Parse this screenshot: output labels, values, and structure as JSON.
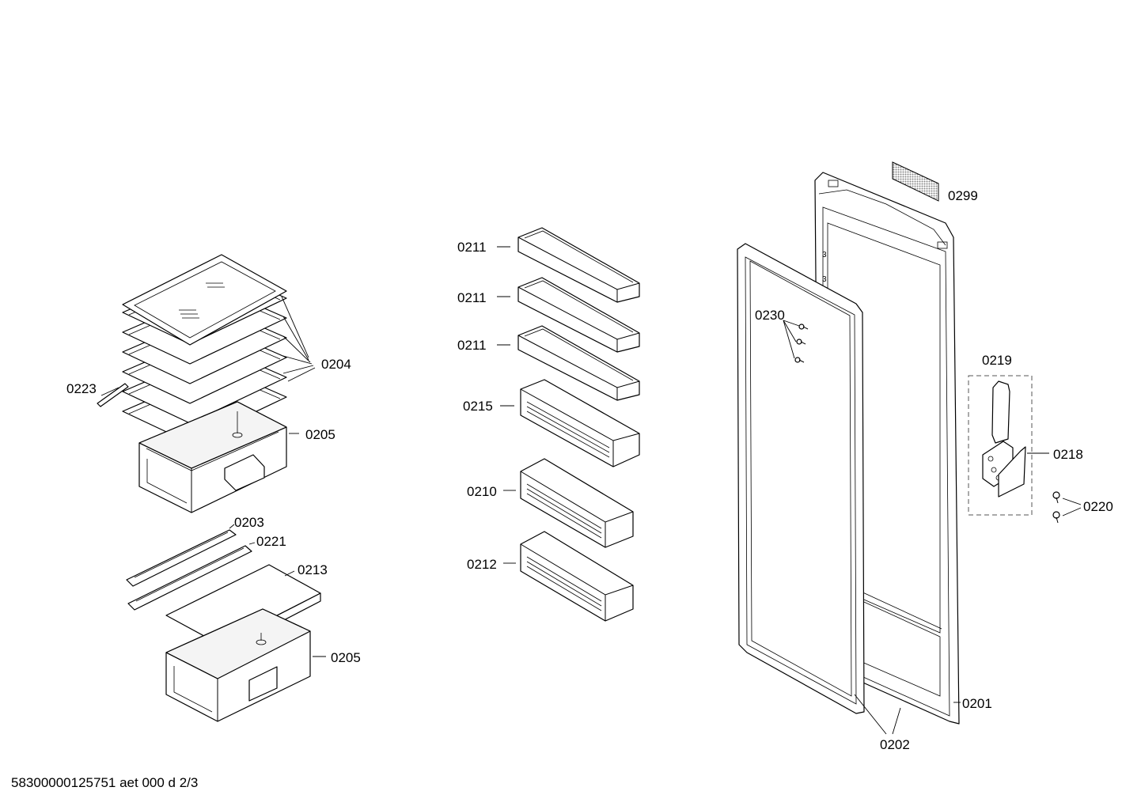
{
  "document_id": "58300000125751 aet 000 d 2/3",
  "callouts": {
    "c0204": "0204",
    "c0223": "0223",
    "c0205a": "0205",
    "c0203": "0203",
    "c0221": "0221",
    "c0213": "0213",
    "c0205b": "0205",
    "c0211a": "0211",
    "c0211b": "0211",
    "c0211c": "0211",
    "c0215": "0215",
    "c0210": "0210",
    "c0212": "0212",
    "c0299": "0299",
    "c0230": "0230",
    "c0219": "0219",
    "c0218": "0218",
    "c0220": "0220",
    "c0201": "0201",
    "c0202": "0202"
  }
}
